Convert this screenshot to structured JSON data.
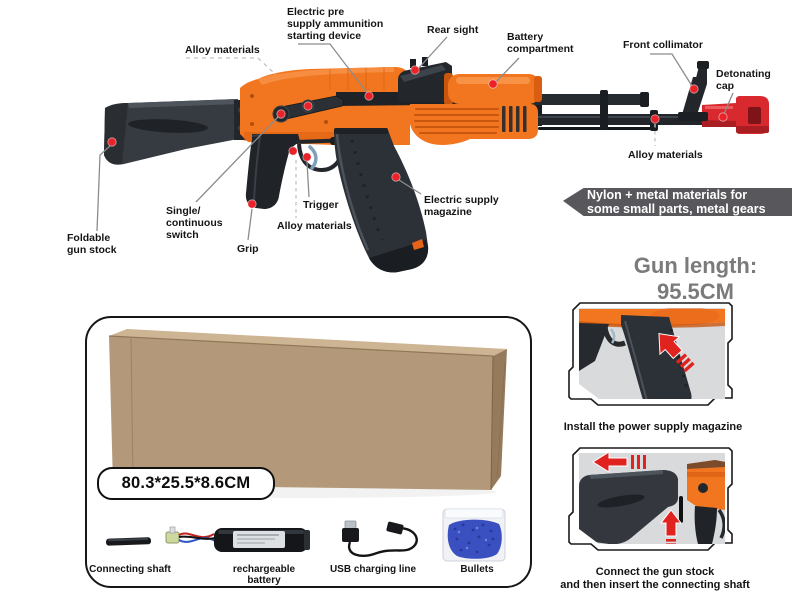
{
  "colors": {
    "orange": "#f1761f",
    "red_accent": "#e0231f",
    "muzzle_red": "#d7292e",
    "badge_bg": "#58575b",
    "gun_dark": "#2c3137",
    "box_tan": "#b3997a",
    "bullet_blue": "#3a50c0",
    "callout_dot": "#e82329"
  },
  "diagram": {
    "callouts": [
      {
        "id": "alloy-receiver",
        "text": "Alloy materials"
      },
      {
        "id": "electric-pre-supply",
        "text": "Electric pre\nsupply ammunition\nstarting device"
      },
      {
        "id": "rear-sight",
        "text": "Rear sight"
      },
      {
        "id": "battery-compartment",
        "text": "Battery\ncompartment"
      },
      {
        "id": "front-collimator",
        "text": "Front collimator"
      },
      {
        "id": "detonating-cap",
        "text": "Detonating\ncap"
      },
      {
        "id": "alloy-barrel",
        "text": "Alloy materials"
      },
      {
        "id": "foldable-gun-stock",
        "text": "Foldable\ngun stock"
      },
      {
        "id": "single-continuous-switch",
        "text": "Single/\ncontinuous\nswitch"
      },
      {
        "id": "grip",
        "text": "Grip"
      },
      {
        "id": "trigger",
        "text": "Trigger"
      },
      {
        "id": "alloy-trigger",
        "text": "Alloy materials"
      },
      {
        "id": "electric-supply-magazine",
        "text": "Electric supply\nmagazine"
      }
    ],
    "materials_badge": "Nylon + metal materials for\nsome small parts, metal gears",
    "gun_length": "Gun length: 95.5CM"
  },
  "package": {
    "box_dimensions": "80.3*25.5*8.6CM",
    "accessories": [
      {
        "name": "connecting-shaft",
        "label": "Connecting shaft"
      },
      {
        "name": "rechargeable-battery",
        "label": "rechargeable battery"
      },
      {
        "name": "usb-charging-line",
        "label": "USB charging line"
      },
      {
        "name": "bullets",
        "label": "Bullets"
      }
    ]
  },
  "instructions": [
    {
      "icon": "red-up-arrow",
      "caption": "Install the power supply magazine"
    },
    {
      "icon": "red-left-arrow red-up-arrow",
      "caption": "Connect the gun stock\nand then insert the connecting shaft"
    }
  ]
}
